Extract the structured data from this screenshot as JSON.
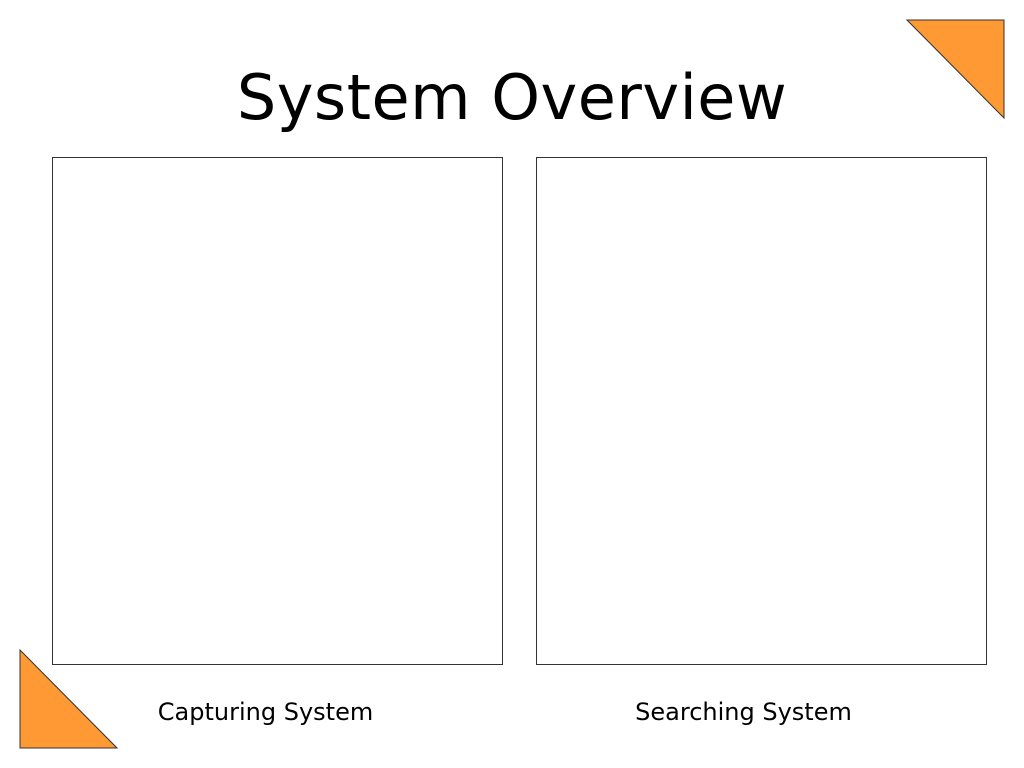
{
  "slide": {
    "title": "System Overview",
    "accent_color": "#FF9933",
    "panels": [
      {
        "caption": "Capturing System"
      },
      {
        "caption": "Searching System"
      }
    ],
    "decorations": {
      "top_right": "orange-triangle-icon",
      "bottom_left": "orange-triangle-icon"
    }
  }
}
